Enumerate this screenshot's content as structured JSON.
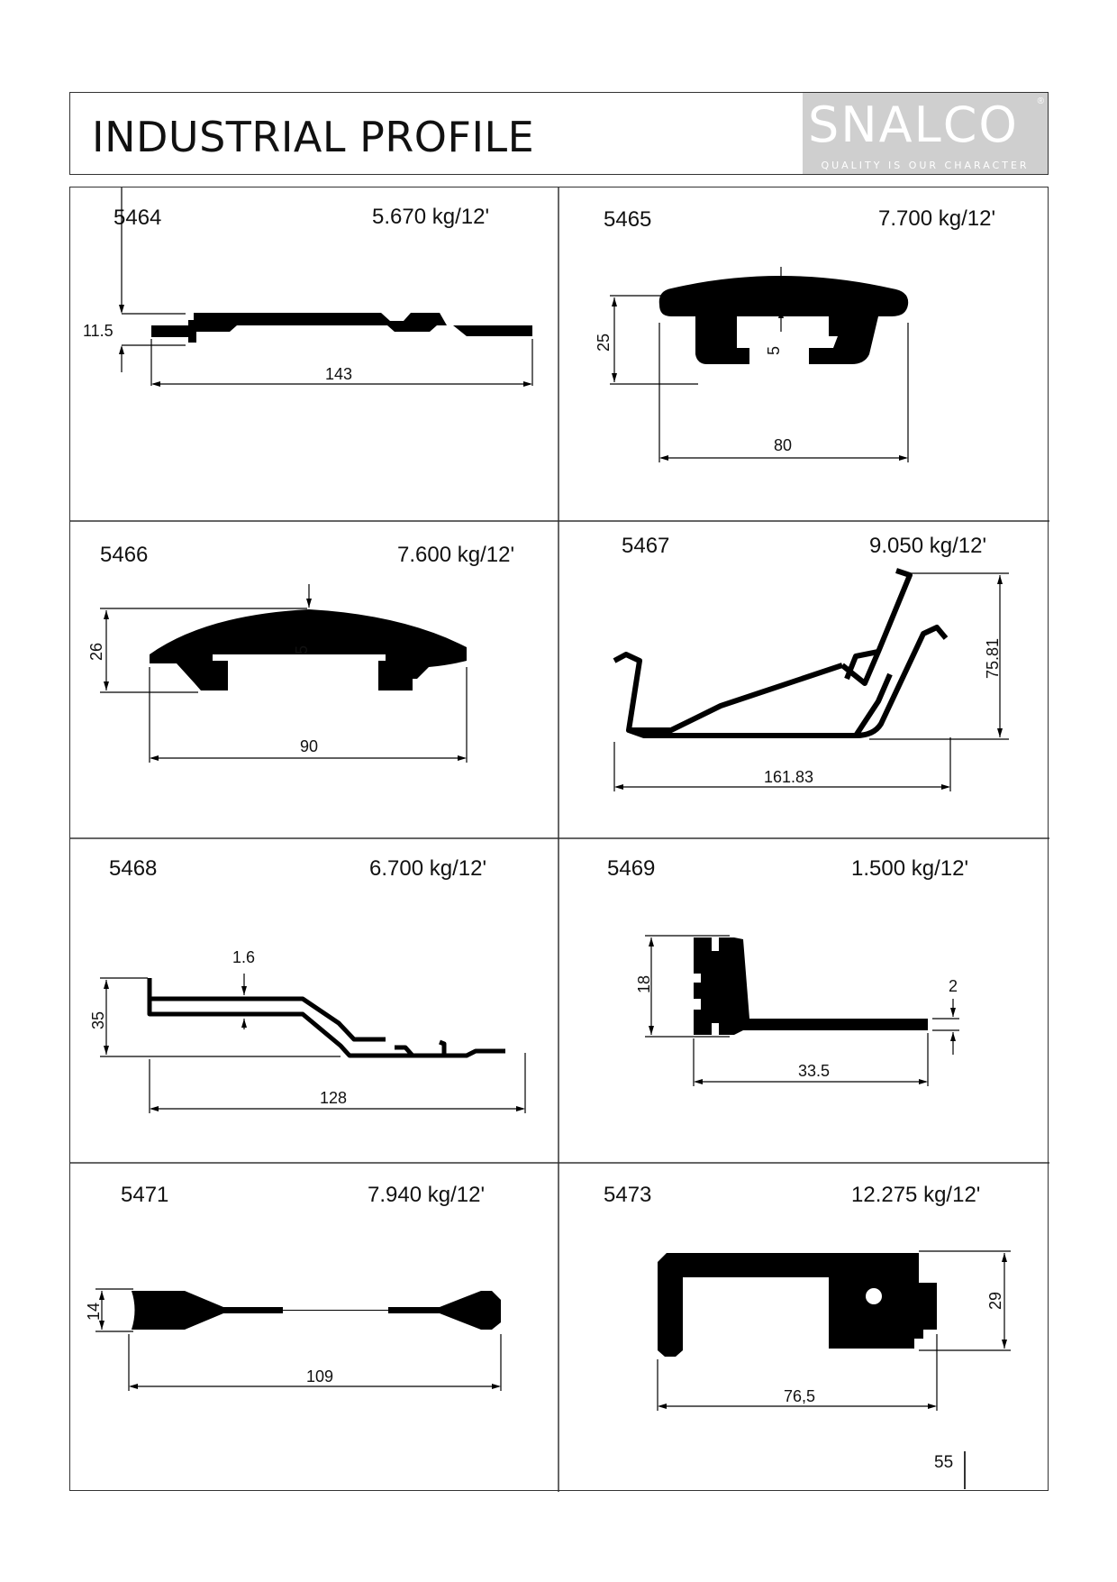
{
  "header": {
    "title": "INDUSTRIAL PROFILE",
    "logo": {
      "brand": "SNALCO",
      "registered": "®",
      "tagline": "QUALITY IS OUR CHARACTER"
    }
  },
  "profiles": [
    {
      "code": "5464",
      "weight": "5.670 kg/12'",
      "dims": {
        "height": "11.5",
        "width": "143"
      }
    },
    {
      "code": "5465",
      "weight": "7.700 kg/12'",
      "dims": {
        "height": "25",
        "thickness": "5",
        "width": "80"
      }
    },
    {
      "code": "5466",
      "weight": "7.600 kg/12'",
      "dims": {
        "height": "26",
        "thickness": "5",
        "width": "90"
      }
    },
    {
      "code": "5467",
      "weight": "9.050 kg/12'",
      "dims": {
        "height": "75.81",
        "width": "161.83"
      }
    },
    {
      "code": "5468",
      "weight": "6.700 kg/12'",
      "dims": {
        "height": "35",
        "thickness": "1.6",
        "width": "128"
      }
    },
    {
      "code": "5469",
      "weight": "1.500 kg/12'",
      "dims": {
        "height": "18",
        "thickness": "2",
        "width": "33.5"
      }
    },
    {
      "code": "5471",
      "weight": "7.940 kg/12'",
      "dims": {
        "height": "14",
        "width": "109"
      }
    },
    {
      "code": "5473",
      "weight": "12.275 kg/12'",
      "dims": {
        "height": "29",
        "width": "76,5"
      }
    }
  ],
  "page_number": "55"
}
